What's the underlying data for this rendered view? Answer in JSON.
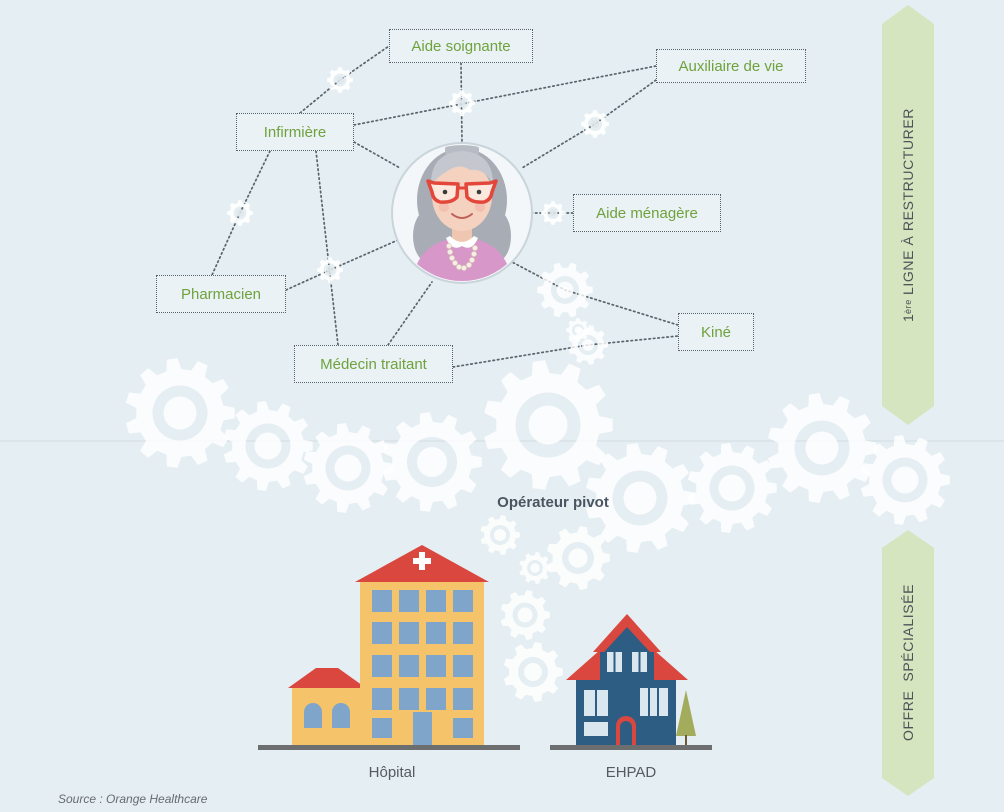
{
  "banners": {
    "first_line": {
      "number": "1",
      "superscript": "ère",
      "text": "LIGNE À RESTRUCTURER"
    },
    "specialised": {
      "text": "OFFRE  SPÉCIALISÉE"
    }
  },
  "network": {
    "actors": [
      {
        "label": "Aide soignante"
      },
      {
        "label": "Auxiliaire de vie"
      },
      {
        "label": "Infirmière"
      },
      {
        "label": "Aide ménagère"
      },
      {
        "label": "Pharmacien"
      },
      {
        "label": "Kiné"
      },
      {
        "label": "Médecin traitant"
      }
    ]
  },
  "pivot": {
    "label": "Opérateur pivot"
  },
  "facilities": {
    "hospital": {
      "label": "Hôpital"
    },
    "ehpad": {
      "label": "EHPAD"
    }
  },
  "source": "Source : Orange Healthcare",
  "icons": {
    "network_node": "gear-icon",
    "patient": "elderly-woman-avatar",
    "hospital": "hospital-building-icon",
    "ehpad": "ehpad-house-icon",
    "tree": "tree-icon"
  },
  "colors": {
    "background": "#e5eef2",
    "label_text": "#6fa23c",
    "banner": "#d5e5c0",
    "roof": "#d9473f",
    "hospital_wall": "#f5c46a",
    "window": "#7fa5cb",
    "ehpad_wall": "#2e5d84",
    "glasses": "#e3473b"
  }
}
